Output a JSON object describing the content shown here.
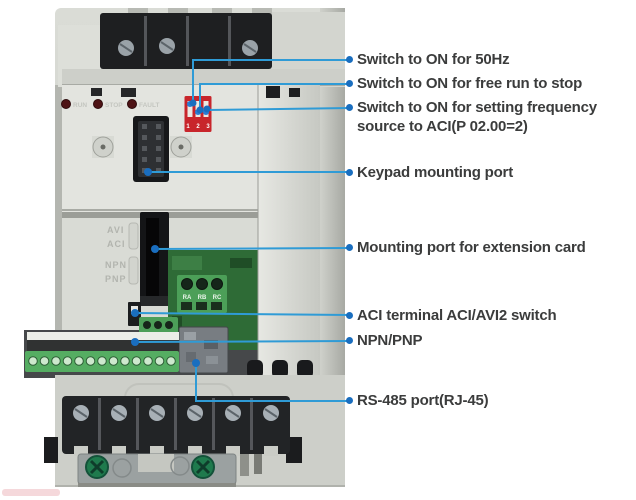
{
  "diagram": {
    "callouts": [
      {
        "label": "Switch to ON for 50Hz"
      },
      {
        "label": "Switch to ON for free run to stop"
      },
      {
        "label": "Switch to ON for setting frequency source to ACI(P 02.00=2)"
      },
      {
        "label": "Keypad mounting port"
      },
      {
        "label": "Mounting port for extension card"
      },
      {
        "label": "ACI terminal ACI/AVI2 switch"
      },
      {
        "label": "NPN/PNP"
      },
      {
        "label": "RS-485 port(RJ-45)"
      }
    ],
    "device": {
      "led_labels": [
        "RUN",
        "STOP",
        "FAULT"
      ],
      "dip_numbers": [
        "1",
        "2",
        "3"
      ],
      "case_labels": [
        "AVI",
        "ACI",
        "NPN",
        "PNP"
      ],
      "relay_terminals": [
        "RA",
        "RB",
        "RC"
      ]
    },
    "colors": {
      "leader_line": "#2f9bd6",
      "bullet_dot": "#1a6ebf",
      "label_text": "#3b3c3c",
      "dip_switch_red": "#c8252b",
      "terminal_green": "#4c9f58",
      "pcb_green": "#2e6b36",
      "case_gray": "#d6d8d2"
    }
  }
}
